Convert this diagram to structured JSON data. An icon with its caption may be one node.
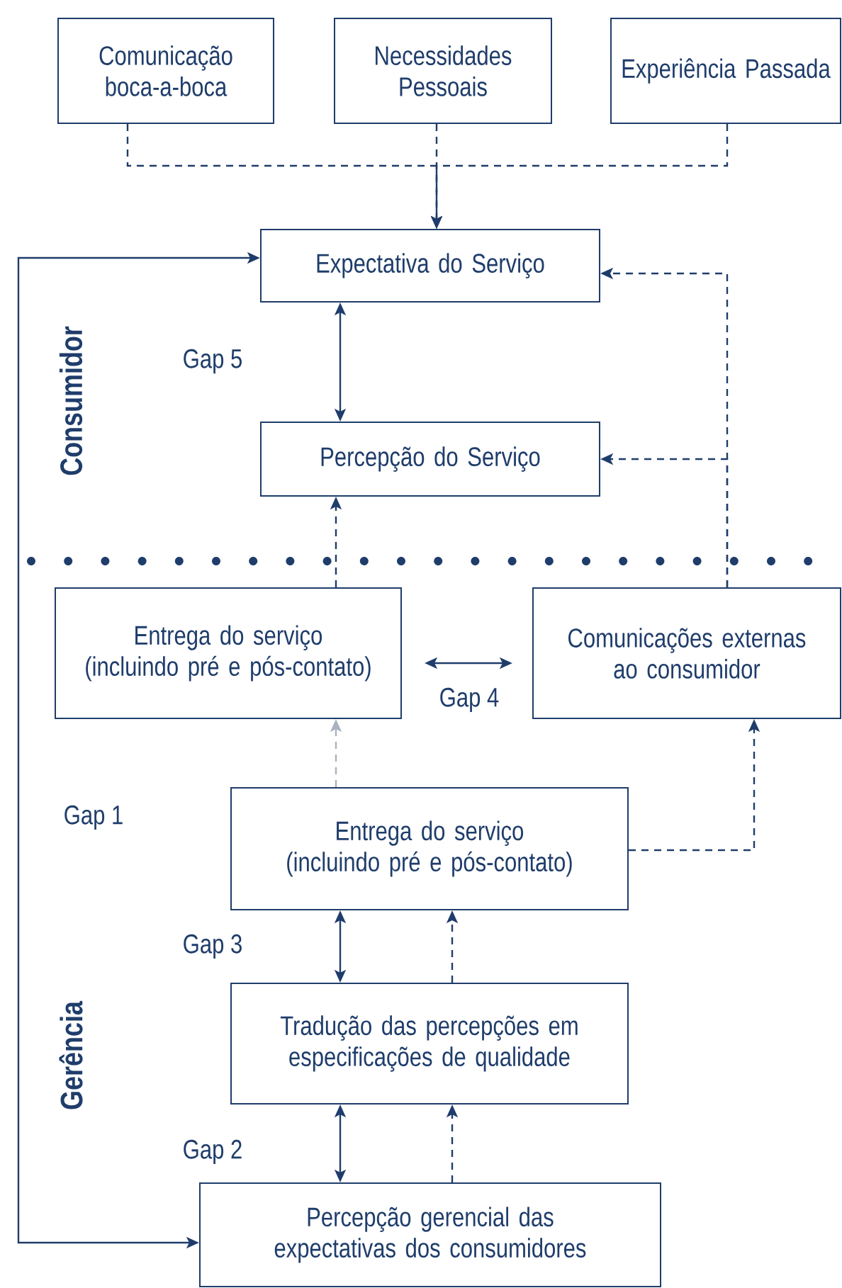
{
  "diagram": {
    "nodes": [
      {
        "text": [
          "Comunicação boca-a-boca"
        ]
      },
      {
        "text": [
          "Necessidades Pessoais"
        ]
      },
      {
        "text": [
          "Experiência Passada"
        ]
      },
      {
        "text": [
          "Expectativa do Serviço"
        ]
      },
      {
        "text": [
          "Percepção do Serviço"
        ]
      },
      {
        "text": [
          "Entrega do serviço (incluindo pré e pós-contato)"
        ]
      },
      {
        "text": [
          "Comunicações externas ao consumidor"
        ]
      },
      {
        "text": [
          "Entrega do serviço (incluindo pré e pós-contato)"
        ]
      },
      {
        "text": [
          "Tradução das percepções em especificações de qualidade"
        ]
      },
      {
        "text": [
          "Percepção gerencial das expectativas dos consumidores"
        ]
      }
    ],
    "edges": [
      {
        "from": 0,
        "to": 3,
        "arrow": "to",
        "style": "dashed"
      },
      {
        "from": 1,
        "to": 3,
        "arrow": "to",
        "style": "dashed"
      },
      {
        "from": 2,
        "to": 3,
        "arrow": "to",
        "style": "dashed"
      },
      {
        "from": 3,
        "to": 4,
        "arrow": "both",
        "label": "Gap 5"
      },
      {
        "from": 5,
        "to": 4,
        "arrow": "to",
        "style": "dashed"
      },
      {
        "from": 6,
        "to": 3,
        "arrow": "to",
        "style": "dashed"
      },
      {
        "from": 6,
        "to": 4,
        "arrow": "to",
        "style": "dashed"
      },
      {
        "from": 5,
        "to": 6,
        "arrow": "both",
        "label": "Gap 4"
      },
      {
        "from": 7,
        "to": 5,
        "arrow": "to",
        "style": "dashed",
        "color": "#a9b3c0"
      },
      {
        "from": 7,
        "to": 6,
        "arrow": "to",
        "style": "dashed"
      },
      {
        "from": 7,
        "to": 8,
        "arrow": "both",
        "label": "Gap 3"
      },
      {
        "from": 8,
        "to": 7,
        "arrow": "to",
        "style": "dashed"
      },
      {
        "from": 9,
        "to": 8,
        "arrow": "both",
        "label": "Gap 2"
      },
      {
        "from": 9,
        "to": 3,
        "arrow": "both"
      },
      {
        "from": 9,
        "to": 8,
        "arrow": "to",
        "style": "dashed"
      }
    ],
    "labels": [
      "Consumidor",
      "Gap 1",
      "Gerência"
    ]
  }
}
